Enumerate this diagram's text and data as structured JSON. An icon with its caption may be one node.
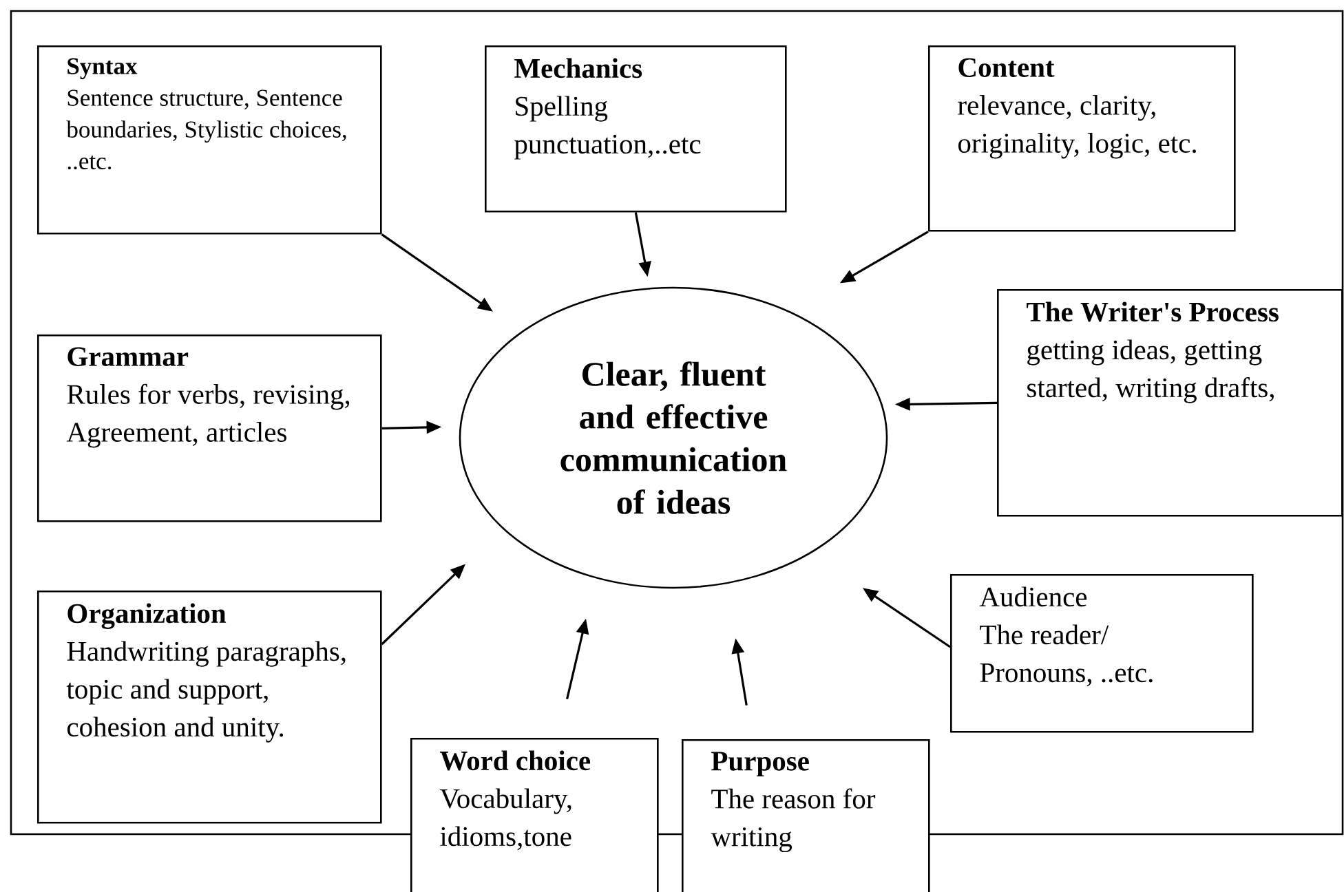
{
  "diagram": {
    "nodes": [
      {
        "text": [
          "Syntax",
          "Sentence structure, Sentence boundaries, Stylistic choices, ..etc."
        ]
      },
      {
        "text": [
          "Mechanics",
          "Spelling punctuation,..etc"
        ]
      },
      {
        "text": [
          "Content",
          "relevance, clarity, originality, logic, etc."
        ]
      },
      {
        "text": [
          "The Writer's Process",
          "getting ideas, getting started, writing drafts,"
        ]
      },
      {
        "text": [
          "Grammar",
          "Rules for verbs, revising, Agreement, articles"
        ]
      },
      {
        "text": [
          "Clear, fluent and effective communication of ideas"
        ]
      },
      {
        "text": [
          "Organization",
          "Handwriting paragraphs, topic and support, cohesion and unity."
        ]
      },
      {
        "text": [
          "Audience",
          "The reader/ Pronouns, ..etc."
        ]
      },
      {
        "text": [
          "Word choice",
          "Vocabulary, idioms,tone"
        ]
      },
      {
        "text": [
          "Purpose",
          "The reason for writing"
        ]
      }
    ],
    "edges": [
      {
        "from": 0,
        "to": 5,
        "arrow": "to"
      },
      {
        "from": 1,
        "to": 5,
        "arrow": "to"
      },
      {
        "from": 2,
        "to": 5,
        "arrow": "to"
      },
      {
        "from": 3,
        "to": 5,
        "arrow": "to"
      },
      {
        "from": 4,
        "to": 5,
        "arrow": "to"
      },
      {
        "from": 6,
        "to": 5,
        "arrow": "to"
      },
      {
        "from": 7,
        "to": 5,
        "arrow": "to"
      },
      {
        "from": 8,
        "to": 5,
        "arrow": "to"
      },
      {
        "from": 9,
        "to": 5,
        "arrow": "to"
      }
    ]
  }
}
